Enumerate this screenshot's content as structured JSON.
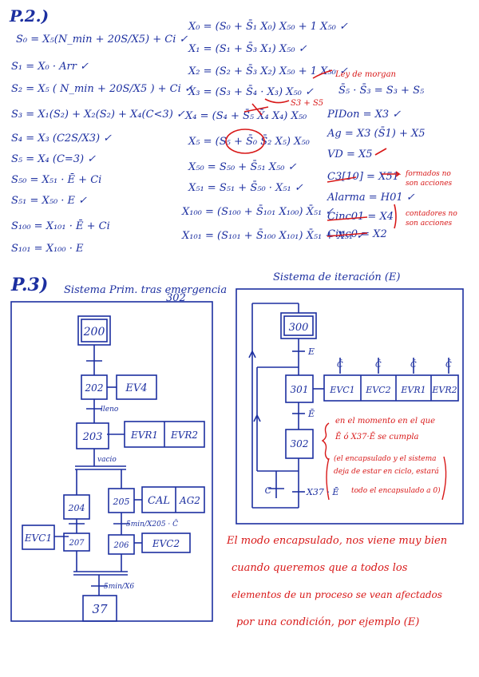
{
  "p2_header": "P.2.)",
  "eq_left": [
    "S₀ = X₅(N_min + 20S/X5) + Ci ✓",
    "S₁ = X₀ · Arr ✓",
    "S₂ = X₅ ( N_min + 20S/X5 ) + Ci ✓",
    "S₃ = X₁(S₂) + X₂(S₂) + X₄(C<3) ✓",
    "S₄ = X₃ (C2S/X3) ✓",
    "S₅ = X₄ (C=3) ✓",
    "S₅₀ = X₅₁ · Ē + Ci",
    "S₅₁ = X₅₀ · E ✓",
    "S₁₀₀ = X₁₀₁ · Ē + Ci",
    "S₁₀₁ = X₁₀₀ · E"
  ],
  "eq_mid": [
    "X₀ = (S₀ + S̄₁ X₀) X₅₀ + 1 X₅₀ ✓",
    "X₁ = (S₁ + S̄₃ X₁) X₅₀ ✓",
    "X₂ = (S₂ + S̄₃ X₂) X₅₀ + 1 X₅₀ ✓",
    "X₃ = (S₃ + S̄₄ · X₃) X₅₀ ✓",
    "X₄ = (S₄ + S̄₅ X̄₄ X₄) X₅₀",
    "X₅ = (S₅ + S̄₀ S̄₂ X₅) X₅₀",
    "X₅₀ = S₅₀ + S̄₅₁ X₅₀ ✓",
    "X₅₁ = S₅₁ + S̄₅₀ · X₅₁ ✓",
    "X₁₀₀ = (S₁₀₀ + S̄₁₀₁ X₁₀₀) X̄₅₁ ✓",
    "X₁₀₁ = (S₁₀₁ + S̄₁₀₀ X₁₀₁) X̄₅₁ + X₅₁ ✓"
  ],
  "eq_right": [
    "S̄₅ · S̄₃ = S₃ + S₅",
    "PIDon = X3 ✓",
    "Ag = X3 (S̄1) + X5",
    "VD = X5",
    "C3[10] = X51",
    "Alarma = H01 ✓",
    "Cinc01 = X4",
    "Cinc0 = X2"
  ],
  "red_notes": {
    "ley_morgan": "Ley de morgan",
    "s3s5": "S3 + S5",
    "formados": "formados no son acciones",
    "contadores": "contadores no son acciones"
  },
  "p3_header": "P.3)",
  "left_title": "Sistema Prim. tras emergencia",
  "left_title_num": "302",
  "right_title": "Sistema de iteración (E)",
  "steps": {
    "s200": "200",
    "s202": "202",
    "s203": "203",
    "s204": "204",
    "s205": "205",
    "s206": "206",
    "s207": "207",
    "s37": "37",
    "s300": "300",
    "s301": "301",
    "s302": "302"
  },
  "actions": {
    "ev4": "EV4",
    "evr1": "EVR1",
    "evr2": "EVR2",
    "cal": "CAL",
    "ag2": "AG2",
    "evc1": "EVC1",
    "evc2": "EVC2",
    "r_evc1": "EVC1",
    "r_evc2": "EVC2",
    "r_evr1": "EVR1",
    "r_evr2": "EVR2"
  },
  "transitions": {
    "lleno": "lleno",
    "vacio": "vacio",
    "t205": "5min/X205 · C̄",
    "t37": "5min/X6",
    "e1": "E",
    "e2": "Ē",
    "cbar": "C̄",
    "x37": "X37 · Ē",
    "c_bottom": "C"
  },
  "red_note_right": [
    "en el momento en el que",
    "Ē ó X37·Ē se cumpla",
    "(el encapsulado y el sistema",
    "deja de estar en ciclo, estará",
    "todo el encapsulado a 0)"
  ],
  "red_paragraph": [
    "El modo encapsulado, nos viene muy bien",
    "cuando queremos que a todos los",
    "elementos de un proceso se vean afectados",
    "por una condición, por ejemplo (E)"
  ],
  "colors": {
    "blue": "#1c2fa0",
    "red": "#d81818"
  }
}
